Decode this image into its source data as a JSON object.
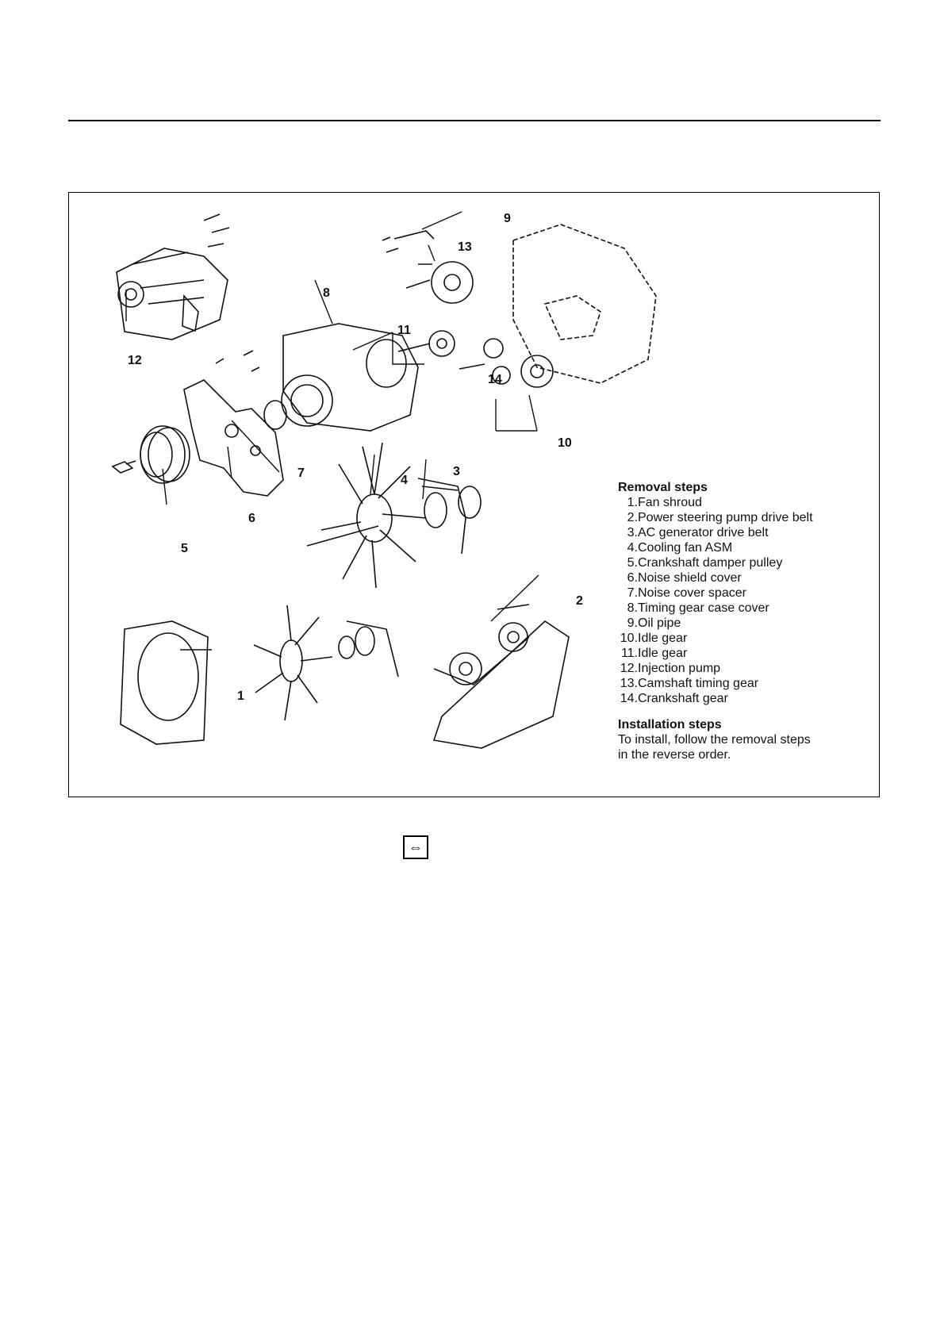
{
  "callouts": [
    "1",
    "2",
    "3",
    "4",
    "5",
    "6",
    "7",
    "8",
    "9",
    "10",
    "11",
    "12",
    "13",
    "14"
  ],
  "removal": {
    "heading": "Removal steps",
    "steps": [
      {
        "num": "1.",
        "label": "Fan shroud"
      },
      {
        "num": "2.",
        "label": "Power steering pump drive belt"
      },
      {
        "num": "3.",
        "label": "AC generator drive belt"
      },
      {
        "num": "4.",
        "label": "Cooling fan ASM"
      },
      {
        "num": "5.",
        "label": "Crankshaft damper pulley"
      },
      {
        "num": "6.",
        "label": "Noise shield cover"
      },
      {
        "num": "7.",
        "label": "Noise cover spacer"
      },
      {
        "num": "8.",
        "label": "Timing gear case cover"
      },
      {
        "num": "9.",
        "label": "Oil pipe"
      },
      {
        "num": "10.",
        "label": "Idle gear"
      },
      {
        "num": "11.",
        "label": "Idle gear"
      },
      {
        "num": "12.",
        "label": "Injection pump"
      },
      {
        "num": "13.",
        "label": "Camshaft timing gear"
      },
      {
        "num": "14.",
        "label": "Crankshaft gear"
      }
    ]
  },
  "installation": {
    "heading": "Installation steps",
    "text": "To install, follow the removal steps in the reverse order."
  },
  "nav_icon": {
    "name": "removal-arrows-icon",
    "glyph": "⇔"
  }
}
